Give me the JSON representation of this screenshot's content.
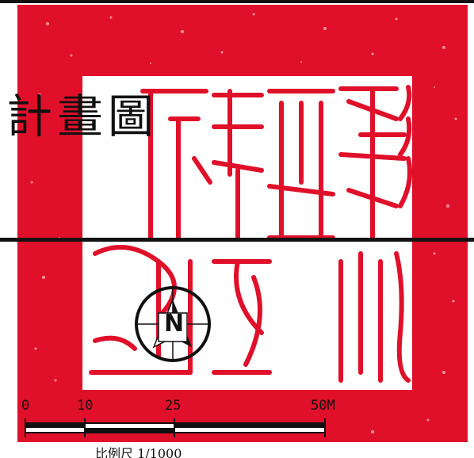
{
  "map": {
    "title": "計畫圖",
    "seal_text": "彰化縣政府印",
    "seal_color": "#e0102a",
    "north_arrow": {
      "label": "N",
      "icon": "north-arrow-icon"
    },
    "scale_bar": {
      "unit_label": "M",
      "ticks": [
        "0",
        "10",
        "25",
        "50M"
      ],
      "tick_values": [
        0,
        10,
        25,
        50
      ]
    },
    "scale_ratio": "比例尺 1/1000"
  }
}
